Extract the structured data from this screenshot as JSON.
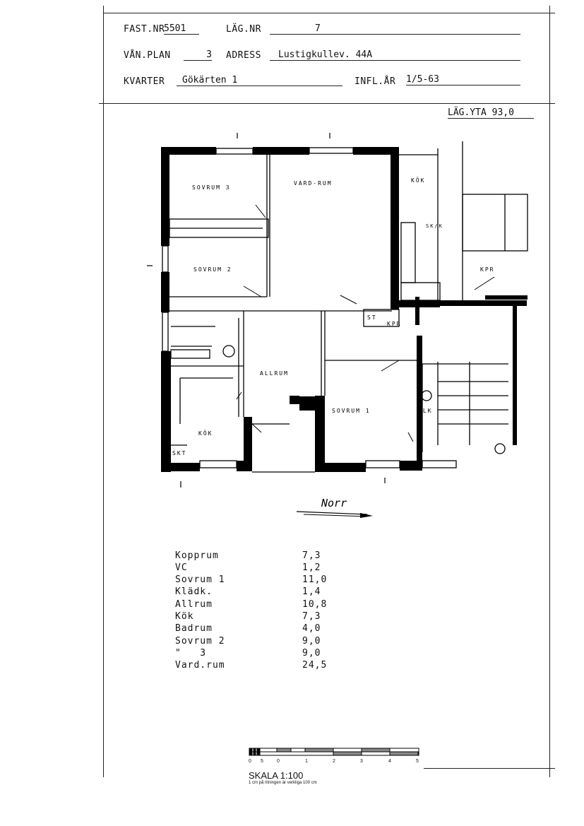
{
  "header": {
    "fast_nr_label": "FAST.NR",
    "fast_nr_value": "5501",
    "lag_nr_label": "LÄG.NR",
    "lag_nr_value": "7",
    "van_plan_label": "VÅN.PLAN",
    "van_plan_value": "3",
    "adress_label": "ADRESS",
    "adress_value": "Lustigkullev. 44A",
    "kvarter_label": "KVARTER",
    "kvarter_value": "Gökärten 1",
    "infl_ar_label": "INFL.ÅR",
    "infl_ar_value": "1/5-63",
    "lag_yta": "LÄG.YTA 93,0"
  },
  "plan": {
    "rooms": {
      "sovrum3": "SOVRUM 3",
      "vardrum": "VARD-RUM",
      "kok_right": "KÖK",
      "sovrum2": "SOVRUM 2",
      "allrum": "ALLRUM",
      "kok_left": "KÖK",
      "sovrum1": "SOVRUM 1",
      "klk": "KLK",
      "kpr_mid": "KPR",
      "kpr_right": "KPR",
      "skt": "SKT",
      "st": "ST",
      "skk": "SK/K"
    },
    "north_label": "Norr"
  },
  "areas": [
    {
      "name": "Kopprum",
      "value": "7,3"
    },
    {
      "name": "VC",
      "value": "1,2"
    },
    {
      "name": "Sovrum 1",
      "value": "11,0"
    },
    {
      "name": "Klädk.",
      "value": "1,4"
    },
    {
      "name": "Allrum",
      "value": "10,8"
    },
    {
      "name": "Kök",
      "value": "7,3"
    },
    {
      "name": "Badrum",
      "value": "4,0"
    },
    {
      "name": "Sovrum 2",
      "value": "9,0"
    },
    {
      "name": "\"   3",
      "value": "9,0"
    },
    {
      "name": "Vard.rum",
      "value": "24,5"
    }
  ],
  "scale": {
    "ticks": [
      "0",
      "5",
      "0",
      "1",
      "2",
      "3",
      "4",
      "5"
    ],
    "title": "SKALA 1:100",
    "note": "1 cm på ritningen är verkliga 100 cm"
  }
}
